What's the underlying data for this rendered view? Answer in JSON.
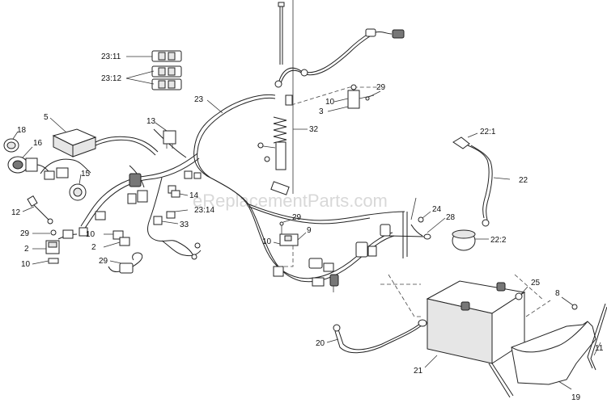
{
  "watermark": "eReplacementParts.com",
  "callouts": {
    "c23_11": "23:11",
    "c23_12": "23:12",
    "c23": "23",
    "c5": "5",
    "c13": "13",
    "c18": "18",
    "c16": "16",
    "c15": "15",
    "c12": "12",
    "c14": "14",
    "c23_14": "23:14",
    "c33": "33",
    "c29a": "29",
    "c2a": "2",
    "c10a": "10",
    "c10b": "10",
    "c2b": "2",
    "c29b": "29",
    "c32": "32",
    "c10c": "10",
    "c3": "3",
    "c29c": "29",
    "c29d": "29",
    "c9": "9",
    "c10d": "10",
    "c24": "24",
    "c28": "28",
    "c22_1": "22:1",
    "c22": "22",
    "c22_2": "22:2",
    "c25": "25",
    "c8": "8",
    "c20": "20",
    "c21": "21",
    "c11": "11",
    "c19": "19"
  },
  "colors": {
    "line": "#222222",
    "watermark": "#c8c8c8"
  }
}
